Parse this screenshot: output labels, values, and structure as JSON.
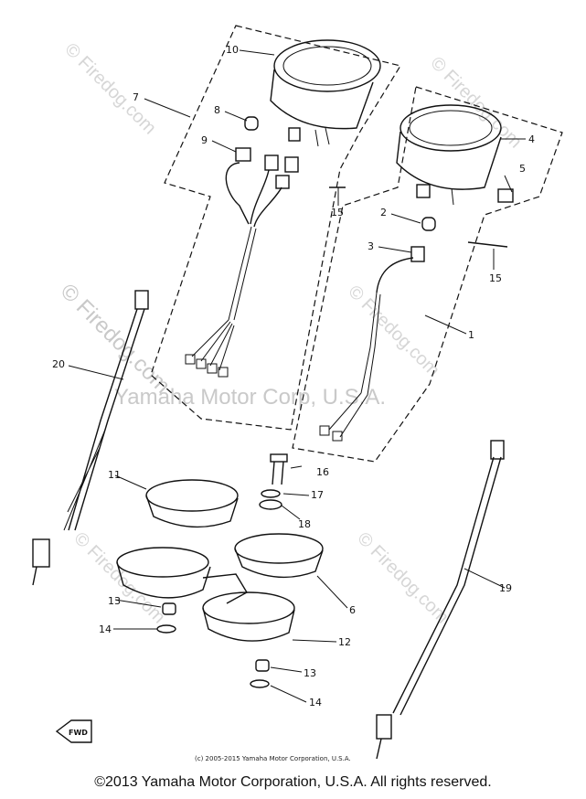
{
  "watermarks": {
    "site": "© Firedog.com",
    "center": "Yamaha Motor Corp, U.S.A."
  },
  "labels": {
    "p1": "1",
    "p2": "2",
    "p3": "3",
    "p4": "4",
    "p5": "5",
    "p6": "6",
    "p7": "7",
    "p8": "8",
    "p9": "9",
    "p10": "10",
    "p11": "11",
    "p12": "12",
    "p13a": "13",
    "p13b": "13",
    "p14a": "14",
    "p14b": "14",
    "p15a": "15",
    "p15b": "15",
    "p16": "16",
    "p17": "17",
    "p18": "18",
    "p19": "19",
    "p20": "20"
  },
  "fwd_label": "FWD",
  "small_copyright": "(c) 2005-2015 Yamaha Motor Corporation, U.S.A.",
  "footer": "©2013 Yamaha Motor Corporation, U.S.A. All rights reserved."
}
